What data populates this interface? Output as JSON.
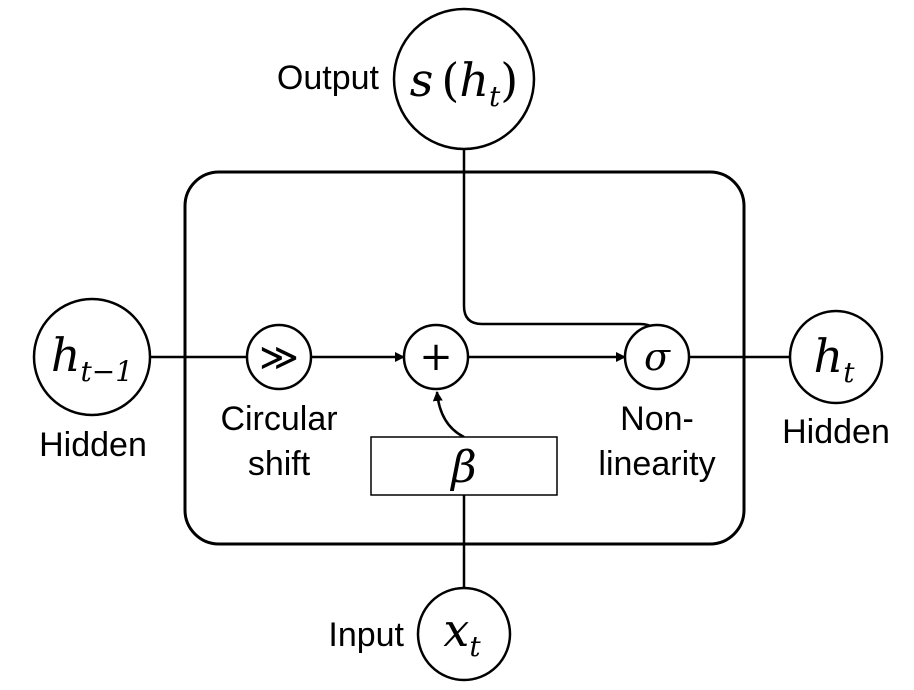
{
  "labels": {
    "output": "Output",
    "input": "Input",
    "hidden_left": "Hidden",
    "hidden_right": "Hidden",
    "circular_shift_line1": "Circular",
    "circular_shift_line2": "shift",
    "nonlinearity_line1": "Non-",
    "nonlinearity_line2": "linearity"
  },
  "symbols": {
    "output_s": "s",
    "output_open_paren": "(",
    "output_h": "h",
    "output_sub": "t",
    "output_close_paren": ")",
    "h_prev": "h",
    "h_prev_sub": "t−1",
    "h_next": "h",
    "h_next_sub": "t",
    "input_x": "x",
    "input_sub": "t",
    "beta": "β",
    "sigma": "σ",
    "shift": "≫",
    "plus": "+"
  },
  "colors": {
    "stroke": "#000000",
    "background": "#ffffff"
  }
}
